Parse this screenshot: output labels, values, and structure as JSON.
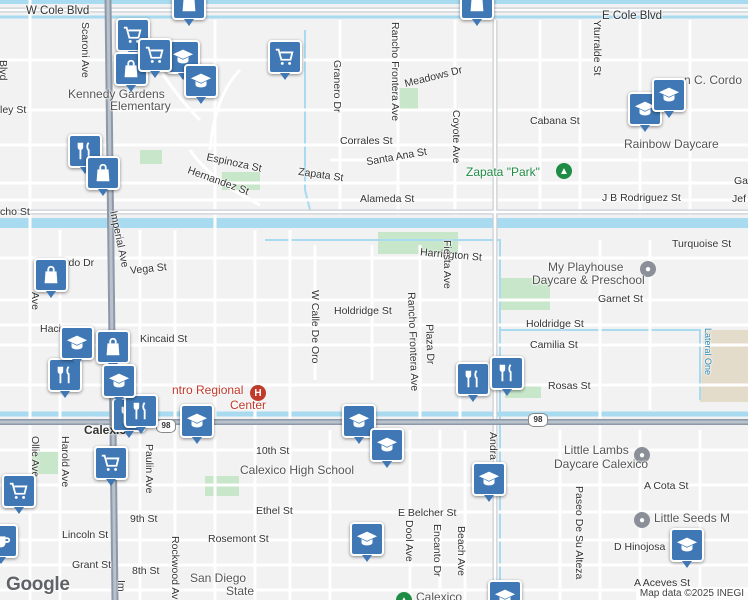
{
  "map": {
    "provider_logo": "Google",
    "attribution": "Map data ©2025 INEGI",
    "highway_shield": "98",
    "streets": {
      "w_cole_blvd": "W Cole Blvd",
      "e_cole_blvd": "E Cole Blvd",
      "scaroni_ave": "Scaroni Ave",
      "granero_dr": "Granero Dr",
      "rancho_frontera_ave_n": "Rancho Frontera Ave",
      "meadows_dr": "Meadows Dr",
      "yturralde_st": "Yturralde St",
      "cabana_st": "Cabana St",
      "corrales_st": "Corrales St",
      "santa_ana_st": "Santa Ana St",
      "coyote_ave": "Coyote Ave",
      "espinoza_st": "Espinoza St",
      "hernandez_st": "Hernandez St",
      "zapata_st": "Zapata St",
      "alameda_st": "Alameda St",
      "jb_rodriguez_st": "J B Rodriguez St",
      "imperial_ave": "Imperial Ave",
      "vega_st": "Vega St",
      "harrington_st": "Harrington St",
      "turquoise_st": "Turquoise St",
      "fiesta_ave": "Fiesta Ave",
      "garnet_st": "Garnet St",
      "holdridge_st": "Holdridge St",
      "holdridge_st_e": "Holdridge St",
      "w_calle_de_oro": "W Calle De Oro",
      "rancho_frontera_ave_s": "Rancho Frontera Ave",
      "plaza_dr": "Plaza Dr",
      "kincaid_st": "Kincaid St",
      "camilia_st": "Camilia St",
      "rosas_st": "Rosas St",
      "lateral_one": "Lateral One",
      "ollie_ave": "Ollie Ave",
      "harold_ave": "Harold Ave",
      "paulin_ave": "Paulin Ave",
      "tenth_st": "10th St",
      "ethel_st": "Ethel St",
      "e_belcher_st": "E Belcher St",
      "ninth_st": "9th St",
      "lincoln_st": "Lincoln St",
      "rosemont_st": "Rosemont St",
      "dool_ave": "Dool Ave",
      "encanto_dr": "Encanto Dr",
      "beach_ave": "Beach Ave",
      "grant_st": "Grant St",
      "eighth_st": "8th St",
      "rockwood_ave": "Rockwood Ave",
      "andrade": "Andra",
      "paseo_de_su_alteza": "Paseo De Su Alteza",
      "a_cota_st": "A Cota St",
      "d_hinojosa": "D Hinojosa",
      "a_aceves_st": "A Aceves St",
      "partial_left_1": "ley St",
      "partial_left_2": "cho St",
      "partial_left_3": "rdo Dr",
      "partial_left_4": "Hacien",
      "partial_left_5": "Ave",
      "partial_top_1": "Blvd",
      "partial_top_2": "M",
      "partial_right_1": "Ga",
      "partial_right_2": "Jef",
      "partial_bottom_1": "Im"
    },
    "places": {
      "kennedy_gardens": "Kennedy Gardens",
      "elementary": "Elementary",
      "zapata_park": "Zapata \"Park\"",
      "rainbow_daycare": "Rainbow Daycare",
      "cordova_partial": "n C. Cordo",
      "my_playhouse": "My Playhouse",
      "daycare_preschool": "Daycare & Preschool",
      "centro_regional": "ntro Regional",
      "medico_center": "Center",
      "calexico": "Calexico",
      "calexico_high": "Calexico High School",
      "little_lambs": "Little Lambs",
      "daycare_calexico": "Daycare Calexico",
      "little_seeds": "Little Seeds M",
      "san_diego_state": "San Diego",
      "state": "State",
      "calexico_bottom": "Calexico"
    },
    "pins": [
      {
        "icon": "shopping-bag-icon"
      },
      {
        "icon": "shopping-cart-icon"
      },
      {
        "icon": "shopping-bag-icon"
      },
      {
        "icon": "school-icon"
      },
      {
        "icon": "school-icon"
      },
      {
        "icon": "shopping-cart-icon"
      },
      {
        "icon": "restaurant-icon"
      },
      {
        "icon": "shopping-bag-icon"
      },
      {
        "icon": "shopping-bag-icon"
      },
      {
        "icon": "school-icon"
      },
      {
        "icon": "school-icon"
      },
      {
        "icon": "shopping-cart-icon"
      },
      {
        "icon": "shopping-bag-icon"
      },
      {
        "icon": "restaurant-icon"
      },
      {
        "icon": "shopping-bag-icon"
      },
      {
        "icon": "restaurant-icon"
      },
      {
        "icon": "restaurant-icon"
      },
      {
        "icon": "school-icon"
      },
      {
        "icon": "school-icon"
      },
      {
        "icon": "school-icon"
      },
      {
        "icon": "restaurant-icon"
      },
      {
        "icon": "school-icon"
      },
      {
        "icon": "shopping-cart-icon"
      },
      {
        "icon": "shopping-cart-icon"
      },
      {
        "icon": "coffee-icon"
      },
      {
        "icon": "school-icon"
      },
      {
        "icon": "school-icon"
      },
      {
        "icon": "school-icon"
      },
      {
        "icon": "school-icon"
      },
      {
        "icon": "restaurant-icon"
      },
      {
        "icon": "school-icon"
      }
    ],
    "colors": {
      "pin": "#3f78b5",
      "water": "#a8daf0",
      "park": "#c8e6c9",
      "hospital": "#c0392b"
    }
  }
}
